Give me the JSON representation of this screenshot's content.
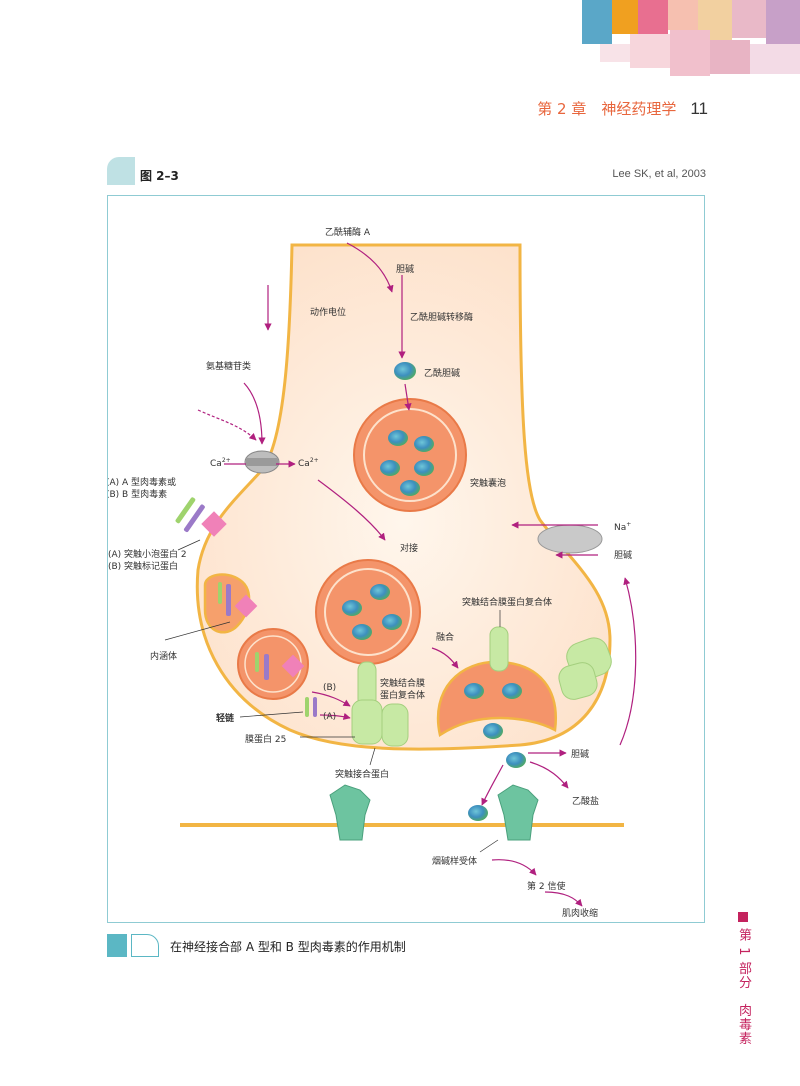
{
  "header": {
    "chapter": "第 2 章　神经药理学",
    "page_number": "11"
  },
  "figure": {
    "label": "图 2–3",
    "citation": "Lee SK, et al, 2003"
  },
  "diagram_labels": {
    "acetyl_coa": "乙酰辅酶 A",
    "choline_top": "胆碱",
    "action_potential": "动作电位",
    "chat": "乙酰胆碱转移酶",
    "aminoglycosides": "氨基糖苷类",
    "acetylcholine": "乙酰胆碱",
    "ca_out": "Ca",
    "ca_in": "Ca",
    "ca_sup": "2+",
    "toxin_a": "(A) A 型肉毒素或",
    "toxin_b": "(B) B 型肉毒素",
    "vamp": "(A) 突触小泡蛋白 2",
    "synaptotagmin": "(B) 突触标记蛋白",
    "vesicle": "突触囊泡",
    "na": "Na",
    "na_sup": "+",
    "choline_right": "胆碱",
    "docking": "对接",
    "snare_complex": "突触结合膜蛋白复合体",
    "endosome": "内涵体",
    "fusion": "融合",
    "snare_complex2_line1": "突触结合膜",
    "snare_complex2_line2": "蛋白复合体",
    "mark_b": "(B)",
    "mark_a": "(A)",
    "light_chain": "轻链",
    "snap25": "膜蛋白 25",
    "syntaxin": "突触接合蛋白",
    "choline_cleft": "胆碱",
    "acetate": "乙酸盐",
    "nicotinic_receptor": "烟碱样受体",
    "second_messenger": "第 2 信使",
    "muscle_contraction": "肌肉收缩"
  },
  "caption": "在神经接合部 A 型和 B 型肉毒素的作用机制",
  "side_tab": "第 1 部分　肉毒素",
  "colors": {
    "accent": "#e8663d",
    "magenta": "#b0207f",
    "membrane": "#f2b544",
    "cytoplasm": "#fde9d9",
    "vesicle": "#f4946a",
    "frame": "#8fcbd3",
    "side": "#c4235e"
  }
}
